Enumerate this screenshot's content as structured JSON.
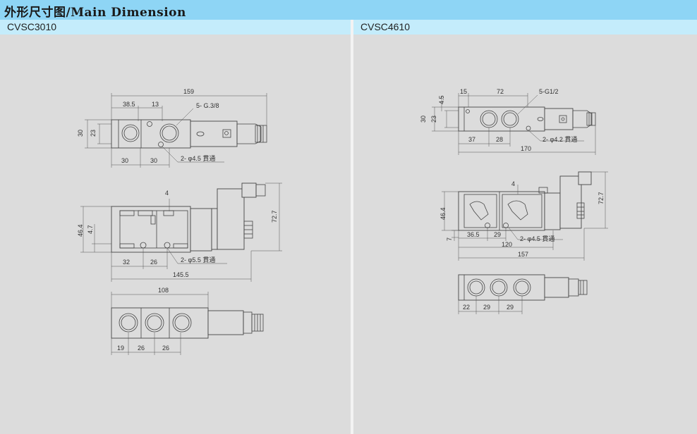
{
  "header": {
    "title": "外形尺寸图/Main Dimension",
    "color": "#8ed5f5",
    "subcolor": "#c4ecfb"
  },
  "left": {
    "model": "CVSC3010",
    "top_view": {
      "d_159": "159",
      "d_38_5": "38.5",
      "d_13": "13",
      "port": "5- G.3/8",
      "d_30h": "30",
      "d_23": "23",
      "d_30a": "30",
      "d_30b": "30",
      "hole": "2- φ4.5 貫通"
    },
    "side_view": {
      "d_4": "4",
      "d_46_4": "46.4",
      "d_4_7": "4.7",
      "d_72_7": "72.7",
      "d_32": "32",
      "d_26": "26",
      "hole": "2- φ5.5 貫通",
      "d_145_5": "145.5"
    },
    "bottom_view": {
      "d_108": "108",
      "d_19": "19",
      "d_26a": "26",
      "d_26b": "26"
    }
  },
  "right": {
    "model": "CVSC4610",
    "top_view": {
      "d_15": "15",
      "d_72": "72",
      "port": "5-G1/2",
      "d_4_5": "4.5",
      "d_30": "30",
      "d_23": "23",
      "d_37": "37",
      "d_28": "28",
      "hole": "2- φ4.2 貫通",
      "d_170": "170"
    },
    "side_view": {
      "d_4": "4",
      "d_46_4": "46.4",
      "d_72_7": "72.7",
      "d_7": "7",
      "d_36_5": "36.5",
      "d_29": "29",
      "hole": "2- φ4.5 貫通",
      "d_120": "120",
      "d_157": "157"
    },
    "bottom_view": {
      "d_22": "22",
      "d_29a": "29",
      "d_29b": "29"
    }
  }
}
